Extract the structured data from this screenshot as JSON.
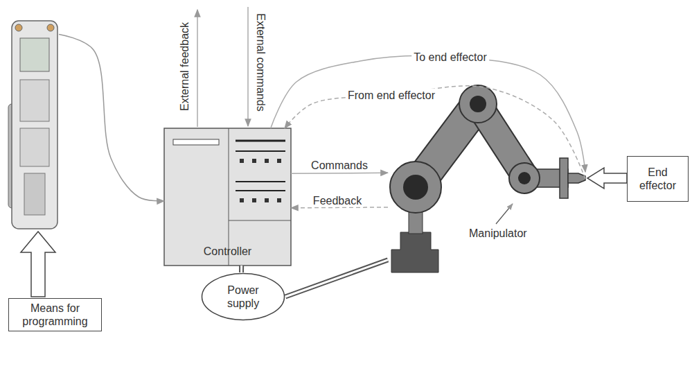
{
  "diagram": {
    "nodes": [
      {
        "text": [
          "Means for programming"
        ]
      },
      {
        "text": [
          "Controller"
        ]
      },
      {
        "text": [
          "Power supply"
        ]
      },
      {
        "text": [
          "Manipulator"
        ]
      },
      {
        "text": [
          "End effector"
        ]
      }
    ],
    "edges": [
      {
        "from": 0,
        "to": 1,
        "arrow": "to"
      },
      {
        "from": 1,
        "to": 3,
        "label": "Commands",
        "arrow": "to"
      },
      {
        "from": 3,
        "to": 1,
        "label": "Feedback",
        "arrow": "to"
      },
      {
        "from": 1,
        "to": 4,
        "label": "To end effector",
        "arrow": "to"
      },
      {
        "from": 4,
        "to": 1,
        "label": "From end effector",
        "arrow": "to"
      },
      {
        "from": 2,
        "to": 1,
        "arrow": "none"
      },
      {
        "from": 2,
        "to": 3,
        "arrow": "none"
      }
    ],
    "labels": [
      "External feedback",
      "External commands"
    ]
  }
}
